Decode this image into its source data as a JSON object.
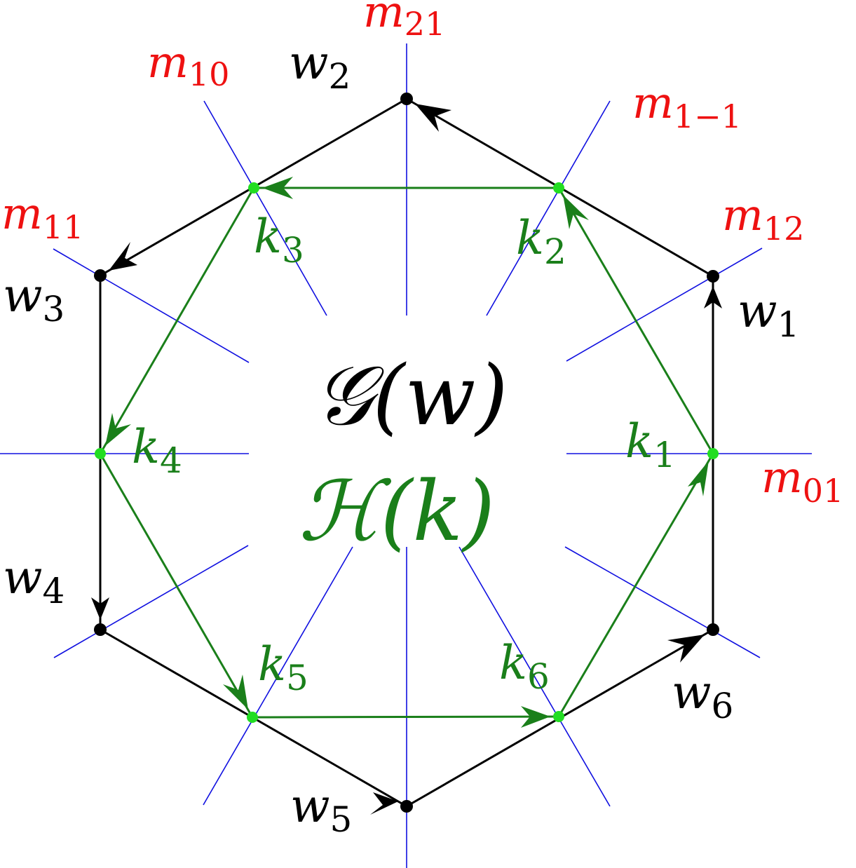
{
  "colors": {
    "mirror": "#1010e0",
    "mirror_label": "#ee1111",
    "w_polygon": "#000000",
    "k_polygon": "#1a7f1a",
    "k_vertex": "#22dd22"
  },
  "mirrors": [
    {
      "id": "m21",
      "base": "m",
      "sub": "21"
    },
    {
      "id": "m10",
      "base": "m",
      "sub": "10"
    },
    {
      "id": "m1-1",
      "base": "m",
      "sub": "1−1"
    },
    {
      "id": "m11",
      "base": "m",
      "sub": "11"
    },
    {
      "id": "m12",
      "base": "m",
      "sub": "12"
    },
    {
      "id": "m01",
      "base": "m",
      "sub": "01"
    }
  ],
  "w_vertices": [
    {
      "id": "w1",
      "base": "w",
      "sub": "1"
    },
    {
      "id": "w2",
      "base": "w",
      "sub": "2"
    },
    {
      "id": "w3",
      "base": "w",
      "sub": "3"
    },
    {
      "id": "w4",
      "base": "w",
      "sub": "4"
    },
    {
      "id": "w5",
      "base": "w",
      "sub": "5"
    },
    {
      "id": "w6",
      "base": "w",
      "sub": "6"
    }
  ],
  "k_vertices": [
    {
      "id": "k1",
      "base": "k",
      "sub": "1"
    },
    {
      "id": "k2",
      "base": "k",
      "sub": "2"
    },
    {
      "id": "k3",
      "base": "k",
      "sub": "3"
    },
    {
      "id": "k4",
      "base": "k",
      "sub": "4"
    },
    {
      "id": "k5",
      "base": "k",
      "sub": "5"
    },
    {
      "id": "k6",
      "base": "k",
      "sub": "6"
    }
  ],
  "center": {
    "g_label": "𝒢(w)",
    "h_label": "ℋ(k)"
  }
}
